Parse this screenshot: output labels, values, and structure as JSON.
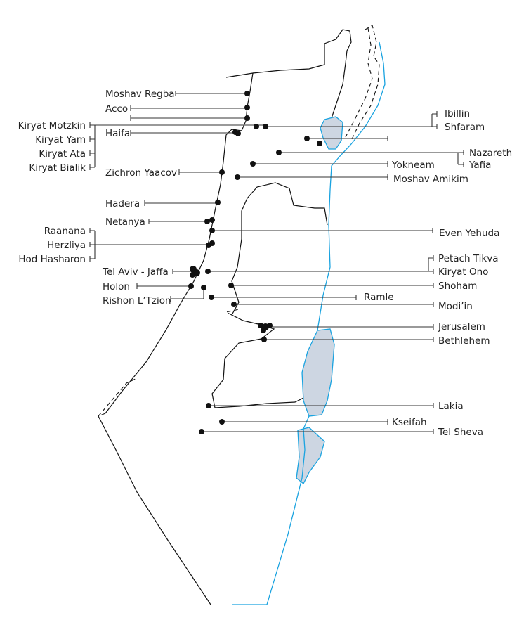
{
  "map": {
    "colors": {
      "water": "#cdd6e2",
      "river": "#1aa3e0",
      "ink": "#111111"
    },
    "labels": {
      "moshav_regba": "Moshav Regba",
      "acco": "Acco",
      "kiryat_motzkin": "Kiryat Motzkin",
      "kiryat_yam": "Kiryat Yam",
      "kiryat_ata": "Kiryat Ata",
      "kiryat_bialik": "Kiryat Bialik",
      "haifa": "Haifa",
      "zichron_yaacov": "Zichron Yaacov",
      "hadera": "Hadera",
      "netanya": "Netanya",
      "raanana": "Raanana",
      "herzliya": "Herzliya",
      "hod_hasharon": "Hod Hasharon",
      "tel_aviv_jaffa": "Tel Aviv - Jaffa",
      "holon": "Holon",
      "rishon_ltzion": "Rishon L’Tzion",
      "ibillin": "Ibillin",
      "shfaram": "Shfaram",
      "nazareth": "Nazareth",
      "yafia": "Yafia",
      "yokneam": "Yokneam",
      "moshav_amikim": "Moshav Amikim",
      "even_yehuda": "Even Yehuda",
      "petach_tikva": "Petach Tikva",
      "kiryat_ono": "Kiryat Ono",
      "shoham": "Shoham",
      "ramle": "Ramle",
      "modiin": "Modi’in",
      "jerusalem": "Jerusalem",
      "bethlehem": "Bethlehem",
      "lakia": "Lakia",
      "kseifah": "Kseifah",
      "tel_sheva": "Tel Sheva"
    }
  }
}
